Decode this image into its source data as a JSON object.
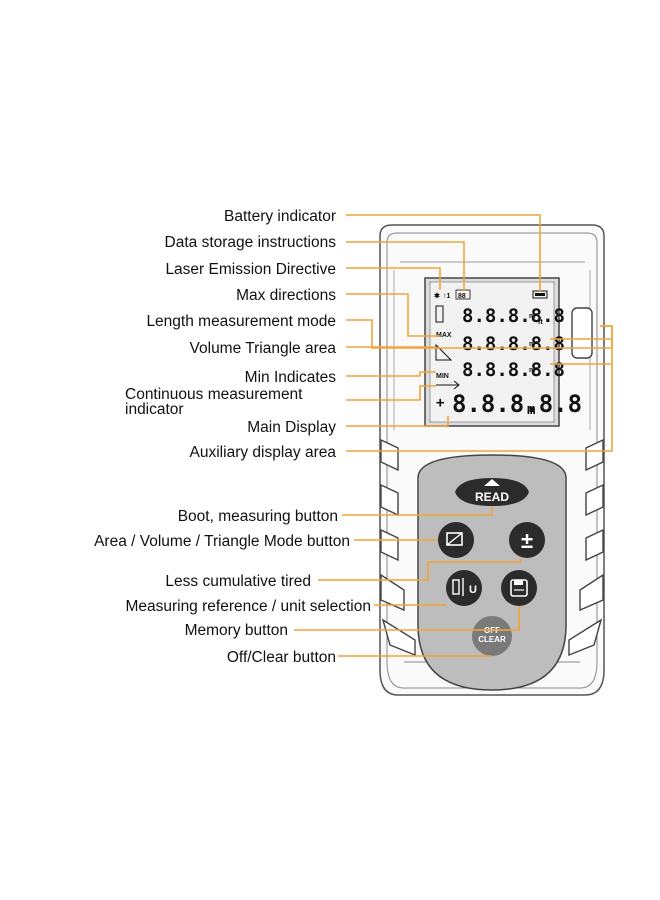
{
  "labels": {
    "battery": "Battery indicator",
    "data_storage": "Data storage instructions",
    "laser": "Laser Emission Directive",
    "max": "Max directions",
    "length": "Length measurement mode",
    "volume": "Volume Triangle area",
    "min": "Min Indicates",
    "continuous_1": "Continuous measurement",
    "continuous_2": "indicator",
    "main_display": "Main Display",
    "auxiliary": "Auxiliary display area",
    "boot": "Boot, measuring button",
    "area_mode": "Area / Volume / Triangle Mode button",
    "less_cumulative": "Less cumulative tired",
    "reference": "Measuring reference / unit selection",
    "memory": "Memory button",
    "off_clear": "Off/Clear button"
  },
  "lcd": {
    "row1": "8.8.8.8.8",
    "row2": "8.8.8.8.8",
    "row3": "8.8.8.8.8",
    "row4": "8.8.8.8.8",
    "max": "MAX",
    "min": "MIN",
    "unit_m": "m",
    "storage": "88"
  },
  "buttons": {
    "read": "READ",
    "off": "OFF",
    "clear": "CLEAR",
    "plus_minus": "±",
    "unit": "U"
  },
  "colors": {
    "leader": "#f0a43a",
    "button": "#2b2b2b",
    "keypad": "#bdbdbd"
  }
}
